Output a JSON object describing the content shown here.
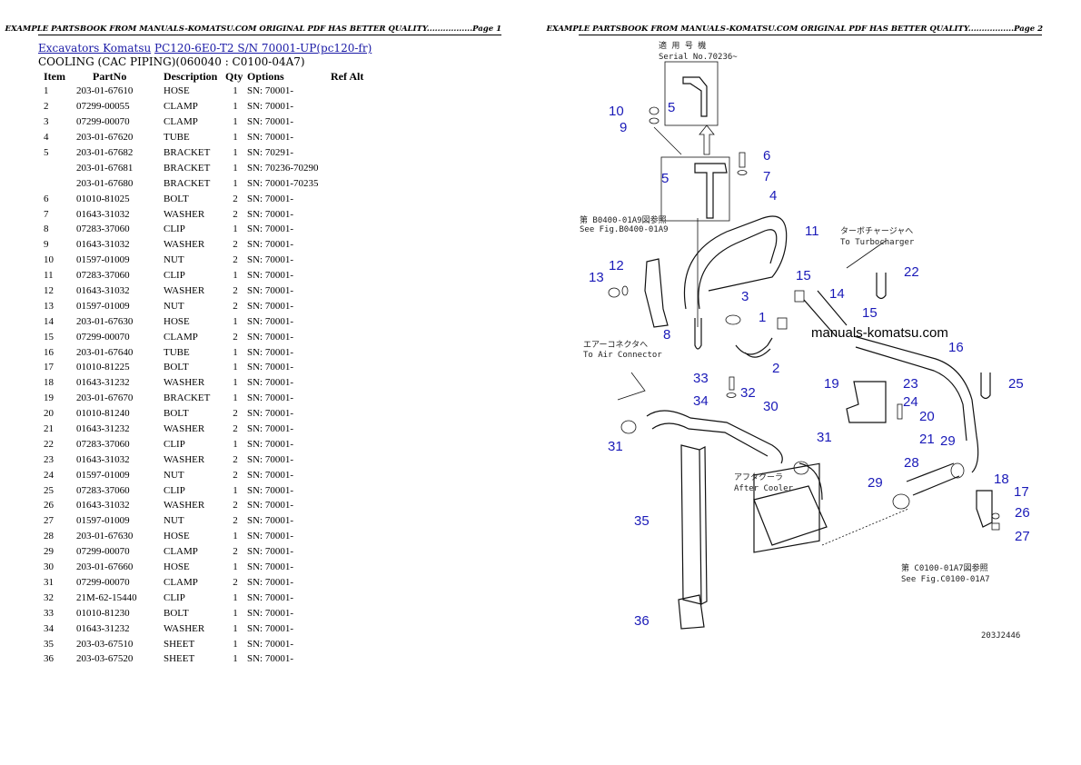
{
  "header_left": "EXAMPLE PARTSBOOK FROM MANUALS-KOMATSU.COM ORIGINAL PDF HAS BETTER QUALITY.................Page 1",
  "header_right": "EXAMPLE PARTSBOOK FROM MANUALS-KOMATSU.COM ORIGINAL PDF HAS BETTER QUALITY.................Page 2",
  "breadcrumb": {
    "link1": "Excavators Komatsu",
    "link2": "PC120-6E0-T2 S/N 70001-UP(pc120-fr)"
  },
  "subtitle": "COOLING (CAC PIPING)(060040 : C0100-04A7)",
  "columns": [
    "Item",
    "PartNo",
    "Description",
    "Qty",
    "Options",
    "Ref Alt"
  ],
  "rows": [
    {
      "item": "1",
      "part": "203-01-67610",
      "desc": "HOSE",
      "qty": "1",
      "opt": "SN: 70001-"
    },
    {
      "item": "2",
      "part": "07299-00055",
      "desc": "CLAMP",
      "qty": "1",
      "opt": "SN: 70001-"
    },
    {
      "item": "3",
      "part": "07299-00070",
      "desc": "CLAMP",
      "qty": "1",
      "opt": "SN: 70001-"
    },
    {
      "item": "4",
      "part": "203-01-67620",
      "desc": "TUBE",
      "qty": "1",
      "opt": "SN: 70001-"
    },
    {
      "item": "5",
      "part": "203-01-67682",
      "desc": "BRACKET",
      "qty": "1",
      "opt": "SN: 70291-"
    },
    {
      "item": "",
      "part": "203-01-67681",
      "desc": "BRACKET",
      "qty": "1",
      "opt": "SN: 70236-70290"
    },
    {
      "item": "",
      "part": "203-01-67680",
      "desc": "BRACKET",
      "qty": "1",
      "opt": "SN: 70001-70235"
    },
    {
      "item": "6",
      "part": "01010-81025",
      "desc": "BOLT",
      "qty": "2",
      "opt": "SN: 70001-"
    },
    {
      "item": "7",
      "part": "01643-31032",
      "desc": "WASHER",
      "qty": "2",
      "opt": "SN: 70001-"
    },
    {
      "item": "8",
      "part": "07283-37060",
      "desc": "CLIP",
      "qty": "1",
      "opt": "SN: 70001-"
    },
    {
      "item": "9",
      "part": "01643-31032",
      "desc": "WASHER",
      "qty": "2",
      "opt": "SN: 70001-"
    },
    {
      "item": "10",
      "part": "01597-01009",
      "desc": "NUT",
      "qty": "2",
      "opt": "SN: 70001-"
    },
    {
      "item": "11",
      "part": "07283-37060",
      "desc": "CLIP",
      "qty": "1",
      "opt": "SN: 70001-"
    },
    {
      "item": "12",
      "part": "01643-31032",
      "desc": "WASHER",
      "qty": "2",
      "opt": "SN: 70001-"
    },
    {
      "item": "13",
      "part": "01597-01009",
      "desc": "NUT",
      "qty": "2",
      "opt": "SN: 70001-"
    },
    {
      "item": "14",
      "part": "203-01-67630",
      "desc": "HOSE",
      "qty": "1",
      "opt": "SN: 70001-"
    },
    {
      "item": "15",
      "part": "07299-00070",
      "desc": "CLAMP",
      "qty": "2",
      "opt": "SN: 70001-"
    },
    {
      "item": "16",
      "part": "203-01-67640",
      "desc": "TUBE",
      "qty": "1",
      "opt": "SN: 70001-"
    },
    {
      "item": "17",
      "part": "01010-81225",
      "desc": "BOLT",
      "qty": "1",
      "opt": "SN: 70001-"
    },
    {
      "item": "18",
      "part": "01643-31232",
      "desc": "WASHER",
      "qty": "1",
      "opt": "SN: 70001-"
    },
    {
      "item": "19",
      "part": "203-01-67670",
      "desc": "BRACKET",
      "qty": "1",
      "opt": "SN: 70001-"
    },
    {
      "item": "20",
      "part": "01010-81240",
      "desc": "BOLT",
      "qty": "2",
      "opt": "SN: 70001-"
    },
    {
      "item": "21",
      "part": "01643-31232",
      "desc": "WASHER",
      "qty": "2",
      "opt": "SN: 70001-"
    },
    {
      "item": "22",
      "part": "07283-37060",
      "desc": "CLIP",
      "qty": "1",
      "opt": "SN: 70001-"
    },
    {
      "item": "23",
      "part": "01643-31032",
      "desc": "WASHER",
      "qty": "2",
      "opt": "SN: 70001-"
    },
    {
      "item": "24",
      "part": "01597-01009",
      "desc": "NUT",
      "qty": "2",
      "opt": "SN: 70001-"
    },
    {
      "item": "25",
      "part": "07283-37060",
      "desc": "CLIP",
      "qty": "1",
      "opt": "SN: 70001-"
    },
    {
      "item": "26",
      "part": "01643-31032",
      "desc": "WASHER",
      "qty": "2",
      "opt": "SN: 70001-"
    },
    {
      "item": "27",
      "part": "01597-01009",
      "desc": "NUT",
      "qty": "2",
      "opt": "SN: 70001-"
    },
    {
      "item": "28",
      "part": "203-01-67630",
      "desc": "HOSE",
      "qty": "1",
      "opt": "SN: 70001-"
    },
    {
      "item": "29",
      "part": "07299-00070",
      "desc": "CLAMP",
      "qty": "2",
      "opt": "SN: 70001-"
    },
    {
      "item": "30",
      "part": "203-01-67660",
      "desc": "HOSE",
      "qty": "1",
      "opt": "SN: 70001-"
    },
    {
      "item": "31",
      "part": "07299-00070",
      "desc": "CLAMP",
      "qty": "2",
      "opt": "SN: 70001-"
    },
    {
      "item": "32",
      "part": "21M-62-15440",
      "desc": "CLIP",
      "qty": "1",
      "opt": "SN: 70001-"
    },
    {
      "item": "33",
      "part": "01010-81230",
      "desc": "BOLT",
      "qty": "1",
      "opt": "SN: 70001-"
    },
    {
      "item": "34",
      "part": "01643-31232",
      "desc": "WASHER",
      "qty": "1",
      "opt": "SN: 70001-"
    },
    {
      "item": "35",
      "part": "203-03-67510",
      "desc": "SHEET",
      "qty": "1",
      "opt": "SN: 70001-"
    },
    {
      "item": "36",
      "part": "203-03-67520",
      "desc": "SHEET",
      "qty": "1",
      "opt": "SN: 70001-"
    }
  ],
  "diagram": {
    "serial_note_jp": "適 用 号 機",
    "serial_note": "Serial No.70236~",
    "ref_b0400_jp": "第 B0400-01A9図参照",
    "ref_b0400": "See Fig.B0400-01A9",
    "turbo_jp": "ターボチャージャへ",
    "turbo": "To Turbocharger",
    "air_conn_jp": "エアーコネクタへ",
    "air_conn": "To Air Connector",
    "aftercooler_jp": "アフタクーラ",
    "aftercooler": "After Cooler",
    "ref_c0100_jp": "第 C0100-01A7図参照",
    "ref_c0100": "See Fig.C0100-01A7",
    "drawing_no": "203J2446",
    "watermark": "manuals-komatsu.com",
    "callouts": [
      "10",
      "9",
      "5",
      "6",
      "7",
      "5",
      "4",
      "11",
      "13",
      "12",
      "15",
      "14",
      "3",
      "1",
      "22",
      "15",
      "8",
      "2",
      "16",
      "33",
      "34",
      "32",
      "19",
      "23",
      "24",
      "20",
      "25",
      "31",
      "30",
      "21",
      "29",
      "17",
      "31",
      "28",
      "18",
      "29",
      "26",
      "35",
      "27",
      "36"
    ]
  }
}
